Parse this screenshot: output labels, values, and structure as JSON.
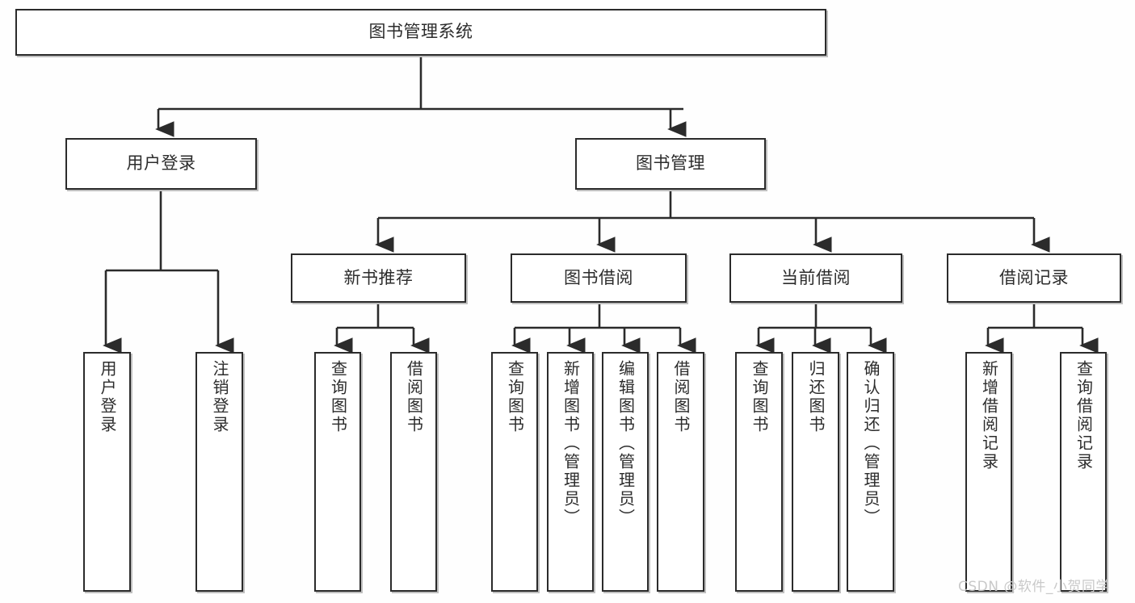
{
  "diagram": {
    "type": "tree",
    "title": "图书管理系统",
    "root": {
      "label": "图书管理系统"
    },
    "level2": [
      {
        "label": "用户登录"
      },
      {
        "label": "图书管理"
      }
    ],
    "level3": [
      {
        "label": "新书推荐"
      },
      {
        "label": "图书借阅"
      },
      {
        "label": "当前借阅"
      },
      {
        "label": "借阅记录"
      }
    ],
    "leaves": {
      "user_login": [
        {
          "label": "用户登录"
        },
        {
          "label": "注销登录"
        }
      ],
      "new_book_recommend": [
        {
          "label": "查询图书"
        },
        {
          "label": "借阅图书"
        }
      ],
      "book_borrow": [
        {
          "label": "查询图书"
        },
        {
          "label": "新增图书（管理员）"
        },
        {
          "label": "编辑图书（管理员）"
        },
        {
          "label": "借阅图书"
        }
      ],
      "current_borrow": [
        {
          "label": "查询图书"
        },
        {
          "label": "归还图书"
        },
        {
          "label": "确认归还（管理员）"
        }
      ],
      "borrow_record": [
        {
          "label": "新增借阅记录"
        },
        {
          "label": "查询借阅记录"
        }
      ]
    }
  },
  "watermark": {
    "text": "CSDN @软件_小贺同学"
  },
  "colors": {
    "border": "#2b2b2b",
    "shadow": "#bfbfbf",
    "text": "#2c2c2c",
    "background": "#fefefe",
    "watermark": "#c9c9c9"
  }
}
